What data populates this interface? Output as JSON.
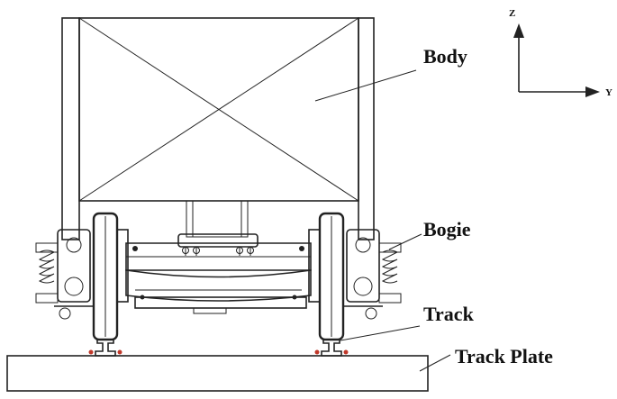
{
  "labels": {
    "body": "Body",
    "bogie": "Bogie",
    "track": "Track",
    "track_plate": "Track Plate"
  },
  "axes": {
    "z": "Z",
    "y": "Y"
  },
  "colors": {
    "line": "#222222",
    "background": "#ffffff"
  }
}
